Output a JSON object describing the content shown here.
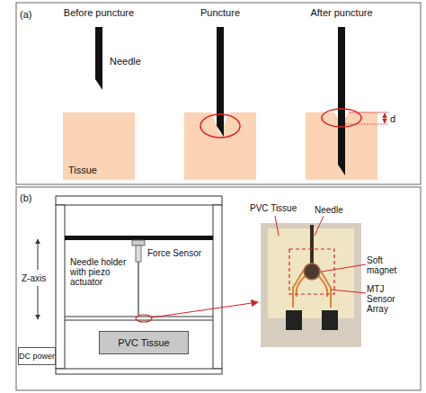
{
  "diagram": {
    "nodes": [
      {
        "text": [
          "Tissue"
        ]
      },
      {
        "text": [
          "PVC Tissue"
        ]
      },
      {
        "text": [
          "DC power"
        ]
      }
    ],
    "labels": [
      "(a)",
      "Before puncture",
      "Puncture",
      "After puncture",
      "Needle",
      "d",
      "(b)",
      "Z-axis",
      "Needle holder with piezo actuator",
      "Force Sensor",
      "PVC Tissue",
      "Needle",
      "Soft magnet",
      "MTJ Sensor Array"
    ]
  }
}
